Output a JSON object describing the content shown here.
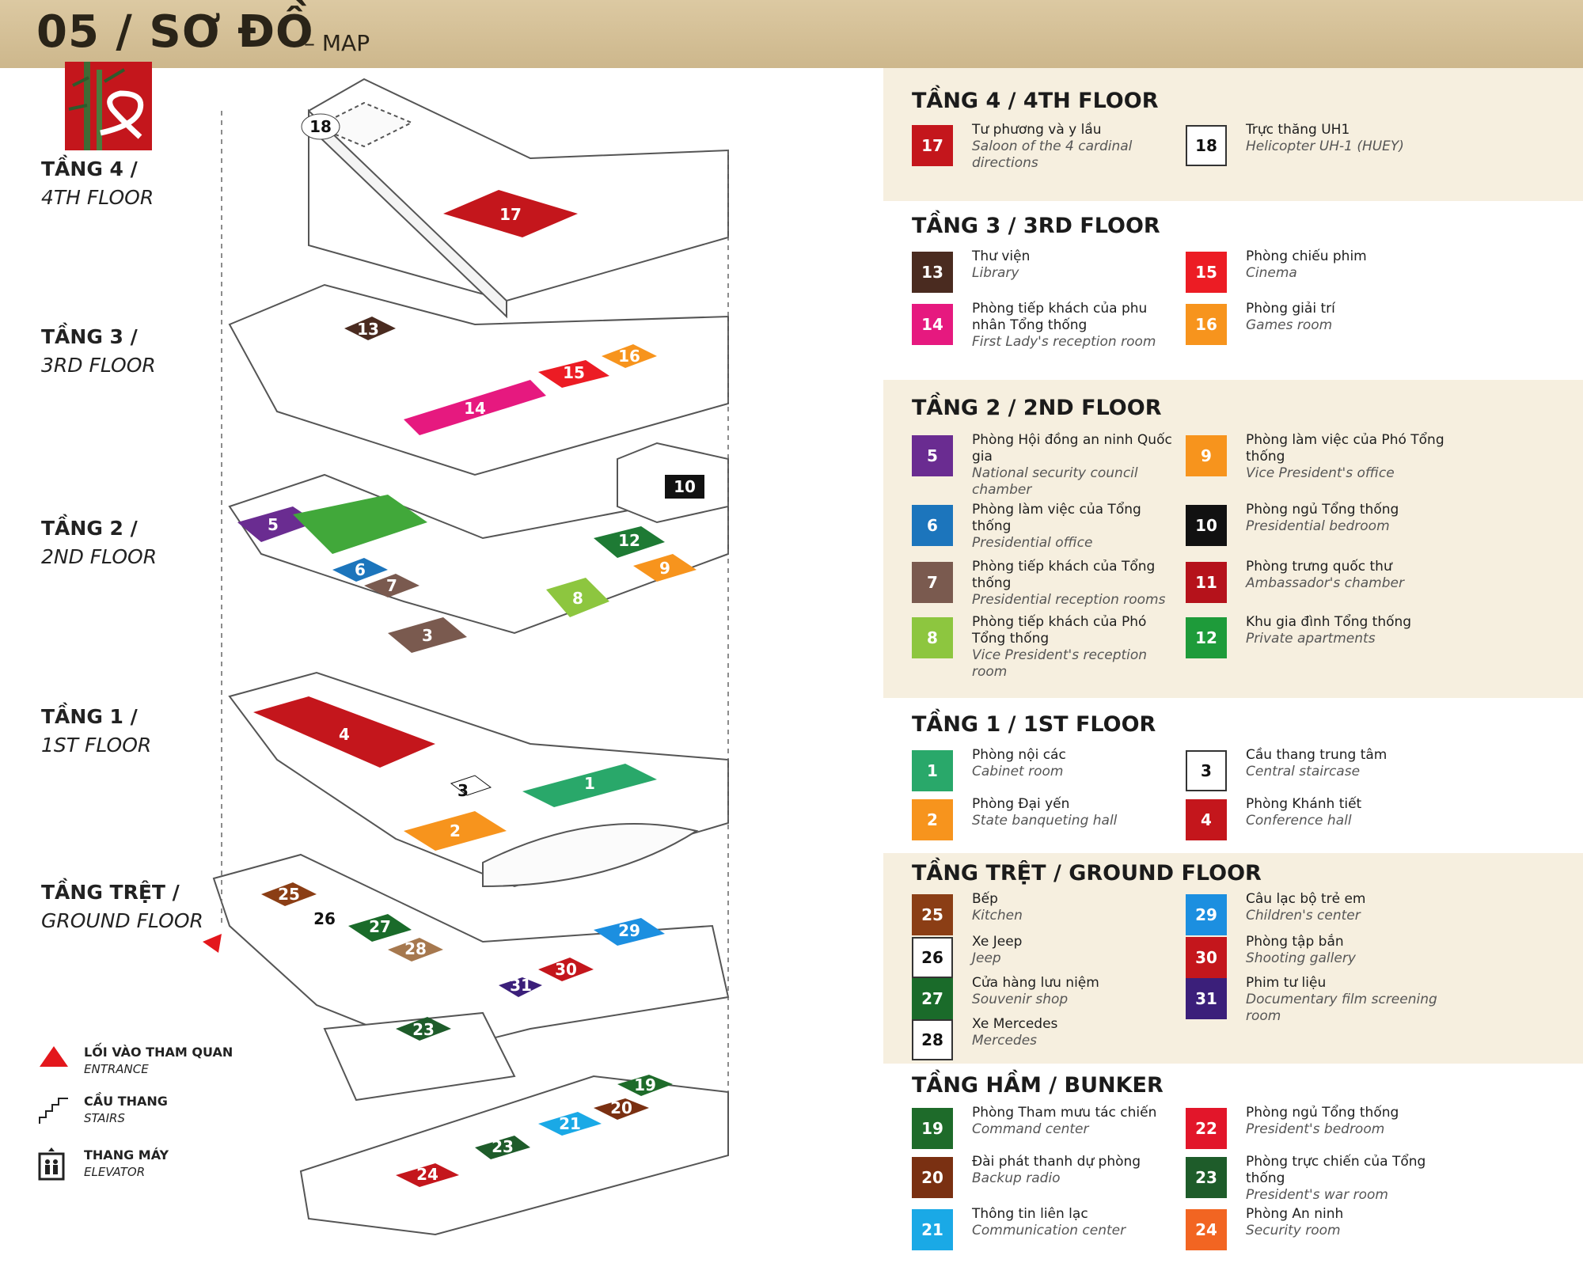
{
  "header": {
    "title": "05 / SƠ ĐỒ",
    "subtitle": "– MAP"
  },
  "floor_labels": [
    {
      "vi": "TẦNG 4 /",
      "en": "4TH FLOOR"
    },
    {
      "vi": "TẦNG 3 /",
      "en": "3RD FLOOR"
    },
    {
      "vi": "TẦNG 2 /",
      "en": "2ND FLOOR"
    },
    {
      "vi": "TẦNG 1 /",
      "en": "1ST FLOOR"
    },
    {
      "vi": "TẦNG TRỆT /",
      "en": "GROUND FLOOR"
    }
  ],
  "legend": {
    "entrance": {
      "vi": "LỐI VÀO THAM QUAN",
      "en": "ENTRANCE"
    },
    "stairs": {
      "vi": "CẦU THANG",
      "en": "STAIRS"
    },
    "elevator": {
      "vi": "THANG MÁY",
      "en": "ELEVATOR"
    }
  },
  "map_markers": [
    "18",
    "17",
    "13",
    "16",
    "15",
    "14",
    "10",
    "5",
    "12",
    "6",
    "9",
    "7",
    "8",
    "3",
    "4",
    "3",
    "1",
    "2",
    "25",
    "26",
    "27",
    "29",
    "28",
    "30",
    "31",
    "23",
    "19",
    "20",
    "21",
    "23",
    "24"
  ],
  "sections": [
    {
      "title": "TẦNG 4 / 4TH FLOOR",
      "items": [
        {
          "num": "17",
          "color": "#c4161c",
          "outline": false,
          "vi": "Tư phương và y lầu",
          "en": "Saloon of the 4 cardinal directions"
        },
        {
          "num": "18",
          "color": "#ffffff",
          "outline": true,
          "vi": "Trực thăng UH1",
          "en": "Helicopter UH-1 (HUEY)"
        }
      ]
    },
    {
      "title": "TẦNG 3 / 3RD FLOOR",
      "items": [
        {
          "num": "13",
          "color": "#4a2b20",
          "outline": false,
          "vi": "Thư viện",
          "en": "Library"
        },
        {
          "num": "15",
          "color": "#ec1c24",
          "outline": false,
          "vi": "Phòng chiếu phim",
          "en": "Cinema"
        },
        {
          "num": "14",
          "color": "#e6197f",
          "outline": false,
          "vi": "Phòng tiếp khách của phu nhân Tổng thống",
          "en": "First Lady's reception room"
        },
        {
          "num": "16",
          "color": "#f7941d",
          "outline": false,
          "vi": "Phòng giải trí",
          "en": "Games room"
        }
      ]
    },
    {
      "title": "TẦNG 2 / 2ND FLOOR",
      "items": [
        {
          "num": "5",
          "color": "#6a2c91",
          "outline": false,
          "vi": "Phòng Hội đồng an ninh Quốc gia",
          "en": "National security council chamber"
        },
        {
          "num": "9",
          "color": "#f7941d",
          "outline": false,
          "vi": "Phòng làm việc của Phó Tổng thống",
          "en": "Vice President's office"
        },
        {
          "num": "6",
          "color": "#1c75bc",
          "outline": false,
          "vi": "Phòng làm việc của Tổng thống",
          "en": "Presidential office"
        },
        {
          "num": "10",
          "color": "#111111",
          "outline": false,
          "vi": "Phòng ngủ Tổng thống",
          "en": "Presidential bedroom"
        },
        {
          "num": "7",
          "color": "#7a5a4f",
          "outline": false,
          "vi": "Phòng tiếp khách của Tổng thống",
          "en": "Presidential reception rooms"
        },
        {
          "num": "11",
          "color": "#b5121b",
          "outline": false,
          "vi": "Phòng trưng quốc thư",
          "en": "Ambassador's chamber"
        },
        {
          "num": "8",
          "color": "#8dc63f",
          "outline": false,
          "vi": "Phòng tiếp khách của Phó Tổng thống",
          "en": "Vice President's reception room"
        },
        {
          "num": "12",
          "color": "#1e9b3a",
          "outline": false,
          "vi": "Khu gia đình Tổng thống",
          "en": "Private apartments"
        }
      ]
    },
    {
      "title": "TẦNG 1 / 1ST FLOOR",
      "items": [
        {
          "num": "1",
          "color": "#29a86a",
          "outline": false,
          "vi": "Phòng nội các",
          "en": "Cabinet room"
        },
        {
          "num": "3",
          "color": "#ffffff",
          "outline": true,
          "vi": "Cầu thang trung tâm",
          "en": "Central staircase"
        },
        {
          "num": "2",
          "color": "#f7941d",
          "outline": false,
          "vi": "Phòng Đại yến",
          "en": "State banqueting hall"
        },
        {
          "num": "4",
          "color": "#c4161c",
          "outline": false,
          "vi": "Phòng Khánh tiết",
          "en": "Conference hall"
        }
      ]
    },
    {
      "title": "TẦNG TRỆT / GROUND FLOOR",
      "items": [
        {
          "num": "25",
          "color": "#8b3e15",
          "outline": false,
          "vi": "Bếp",
          "en": "Kitchen"
        },
        {
          "num": "29",
          "color": "#1c8fe0",
          "outline": false,
          "vi": "Câu lạc bộ trẻ em",
          "en": "Children's center"
        },
        {
          "num": "26",
          "color": "#ffffff",
          "outline": true,
          "vi": "Xe Jeep",
          "en": "Jeep"
        },
        {
          "num": "30",
          "color": "#c4161c",
          "outline": false,
          "vi": "Phòng tập bắn",
          "en": "Shooting gallery"
        },
        {
          "num": "27",
          "color": "#1a6b2a",
          "outline": false,
          "vi": "Cửa hàng lưu niệm",
          "en": "Souvenir shop"
        },
        {
          "num": "31",
          "color": "#3b1f7a",
          "outline": false,
          "vi": "Phim tư liệu",
          "en": "Documentary film screening room"
        },
        {
          "num": "28",
          "color": "#ffffff",
          "outline": true,
          "vi": "Xe Mercedes",
          "en": "Mercedes"
        }
      ]
    },
    {
      "title": "TẦNG HẦM / BUNKER",
      "items": [
        {
          "num": "19",
          "color": "#1e6b2a",
          "outline": false,
          "vi": "Phòng Tham mưu tác chiến",
          "en": "Command center"
        },
        {
          "num": "22",
          "color": "#e2162a",
          "outline": false,
          "vi": "Phòng ngủ Tổng thống",
          "en": "President's bedroom"
        },
        {
          "num": "20",
          "color": "#7a3012",
          "outline": false,
          "vi": "Đài phát thanh dự phòng",
          "en": "Backup radio"
        },
        {
          "num": "23",
          "color": "#1e5c2a",
          "outline": false,
          "vi": "Phòng trực chiến của Tổng thống",
          "en": "President's war room"
        },
        {
          "num": "21",
          "color": "#1aa9e6",
          "outline": false,
          "vi": "Thông tin liên lạc",
          "en": "Communication center"
        },
        {
          "num": "24",
          "color": "#f26522",
          "outline": false,
          "vi": "Phòng An ninh",
          "en": "Security room"
        }
      ]
    }
  ]
}
